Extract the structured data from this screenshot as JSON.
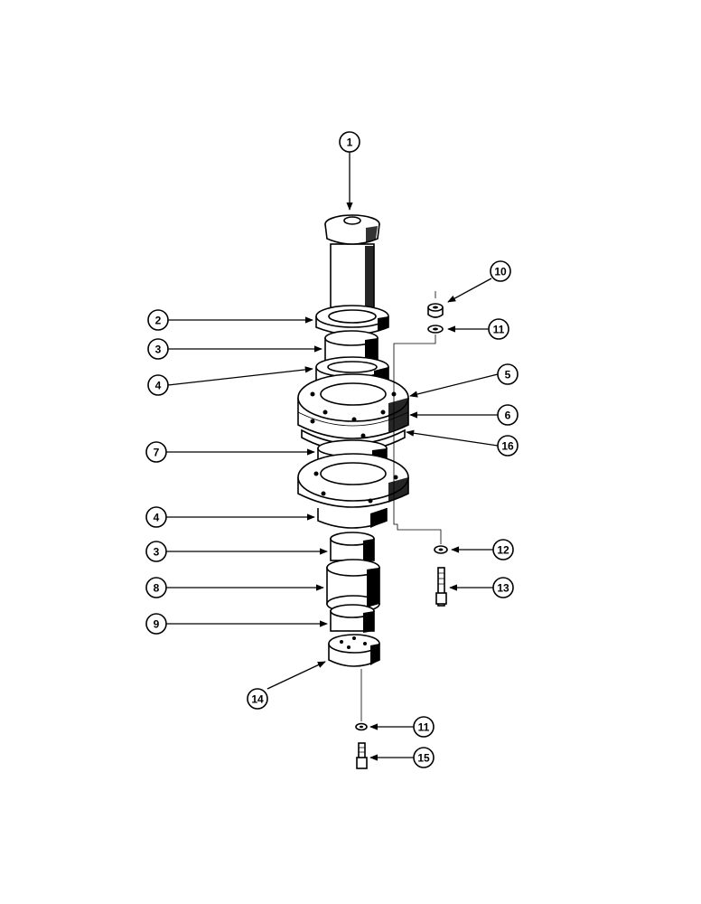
{
  "callouts": [
    {
      "label": "1"
    },
    {
      "label": "2"
    },
    {
      "label": "3"
    },
    {
      "label": "4"
    },
    {
      "label": "10"
    },
    {
      "label": "11"
    },
    {
      "label": "5"
    },
    {
      "label": "6"
    },
    {
      "label": "16"
    },
    {
      "label": "7"
    },
    {
      "label": "4"
    },
    {
      "label": "3"
    },
    {
      "label": "12"
    },
    {
      "label": "13"
    },
    {
      "label": "8"
    },
    {
      "label": "9"
    },
    {
      "label": "14"
    },
    {
      "label": "11"
    },
    {
      "label": "15"
    }
  ]
}
